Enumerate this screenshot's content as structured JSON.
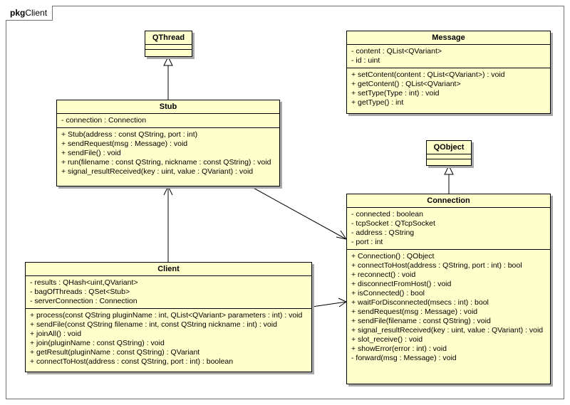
{
  "package": {
    "keyword": "pkg",
    "name": "Client"
  },
  "classes": {
    "qthread": {
      "name": "QThread",
      "attributes": [],
      "operations": []
    },
    "message": {
      "name": "Message",
      "attributes": [
        "- content : QList<QVariant>",
        "- id : uint"
      ],
      "operations": [
        "+ setContent(content : QList<QVariant>) : void",
        "+ getContent() : QList<QVariant>",
        "+ setType(Type : int) : void",
        "+ getType() : int"
      ]
    },
    "stub": {
      "name": "Stub",
      "attributes": [
        "- connection : Connection"
      ],
      "operations": [
        "+ Stub(address : const QString, port : int)",
        "+ sendRequest(msg : Message) : void",
        "+ sendFile() : void",
        "+ run(filename : const QString, nickname : const QString) : void",
        "+ signal_resultReceived(key : uint, value : QVariant) : void"
      ]
    },
    "qobject": {
      "name": "QObject",
      "attributes": [],
      "operations": []
    },
    "connection": {
      "name": "Connection",
      "attributes": [
        "- connected : boolean",
        "- tcpSocket : QTcpSocket",
        "- address : QString",
        "- port : int"
      ],
      "operations": [
        "+ Connection() : QObject",
        "+ connectToHost(address : QString, port : int) : bool",
        "+ reconnect() : void",
        "+ disconnectFromHost() : void",
        "+ isConnected() : bool",
        "+ waitForDisconnected(msecs : int) : bool",
        "+ sendRequest(msg : Message) : void",
        "+ sendFile(filename : const QString) : void",
        "+ signal_resultReceived(key : uint, value : QVariant) : void",
        "+ slot_receive() : void",
        "+ showError(error : int) : void",
        "- forward(msg : Message) : void"
      ]
    },
    "client": {
      "name": "Client",
      "attributes": [
        "- results : QHash<uint,QVariant>",
        "- bagOfThreads : QSet<Stub>",
        "- serverConnection : Connection"
      ],
      "operations": [
        "+ process(const QString pluginName : int, QList<QVariant> parameters : int) : void",
        "+ sendFile(const QString filename : int, const QString nickname : int) : void",
        "+ joinAll() : void",
        "+ join(pluginName : const QString) : void",
        "+ getResult(pluginName : const QString) : QVariant",
        "+ connectToHost(address : const QString, port : int) : boolean"
      ]
    }
  },
  "colors": {
    "class_fill": "#ffffcc",
    "line": "#000000",
    "shadow": "#a9a9a9",
    "frame": "#707070"
  }
}
